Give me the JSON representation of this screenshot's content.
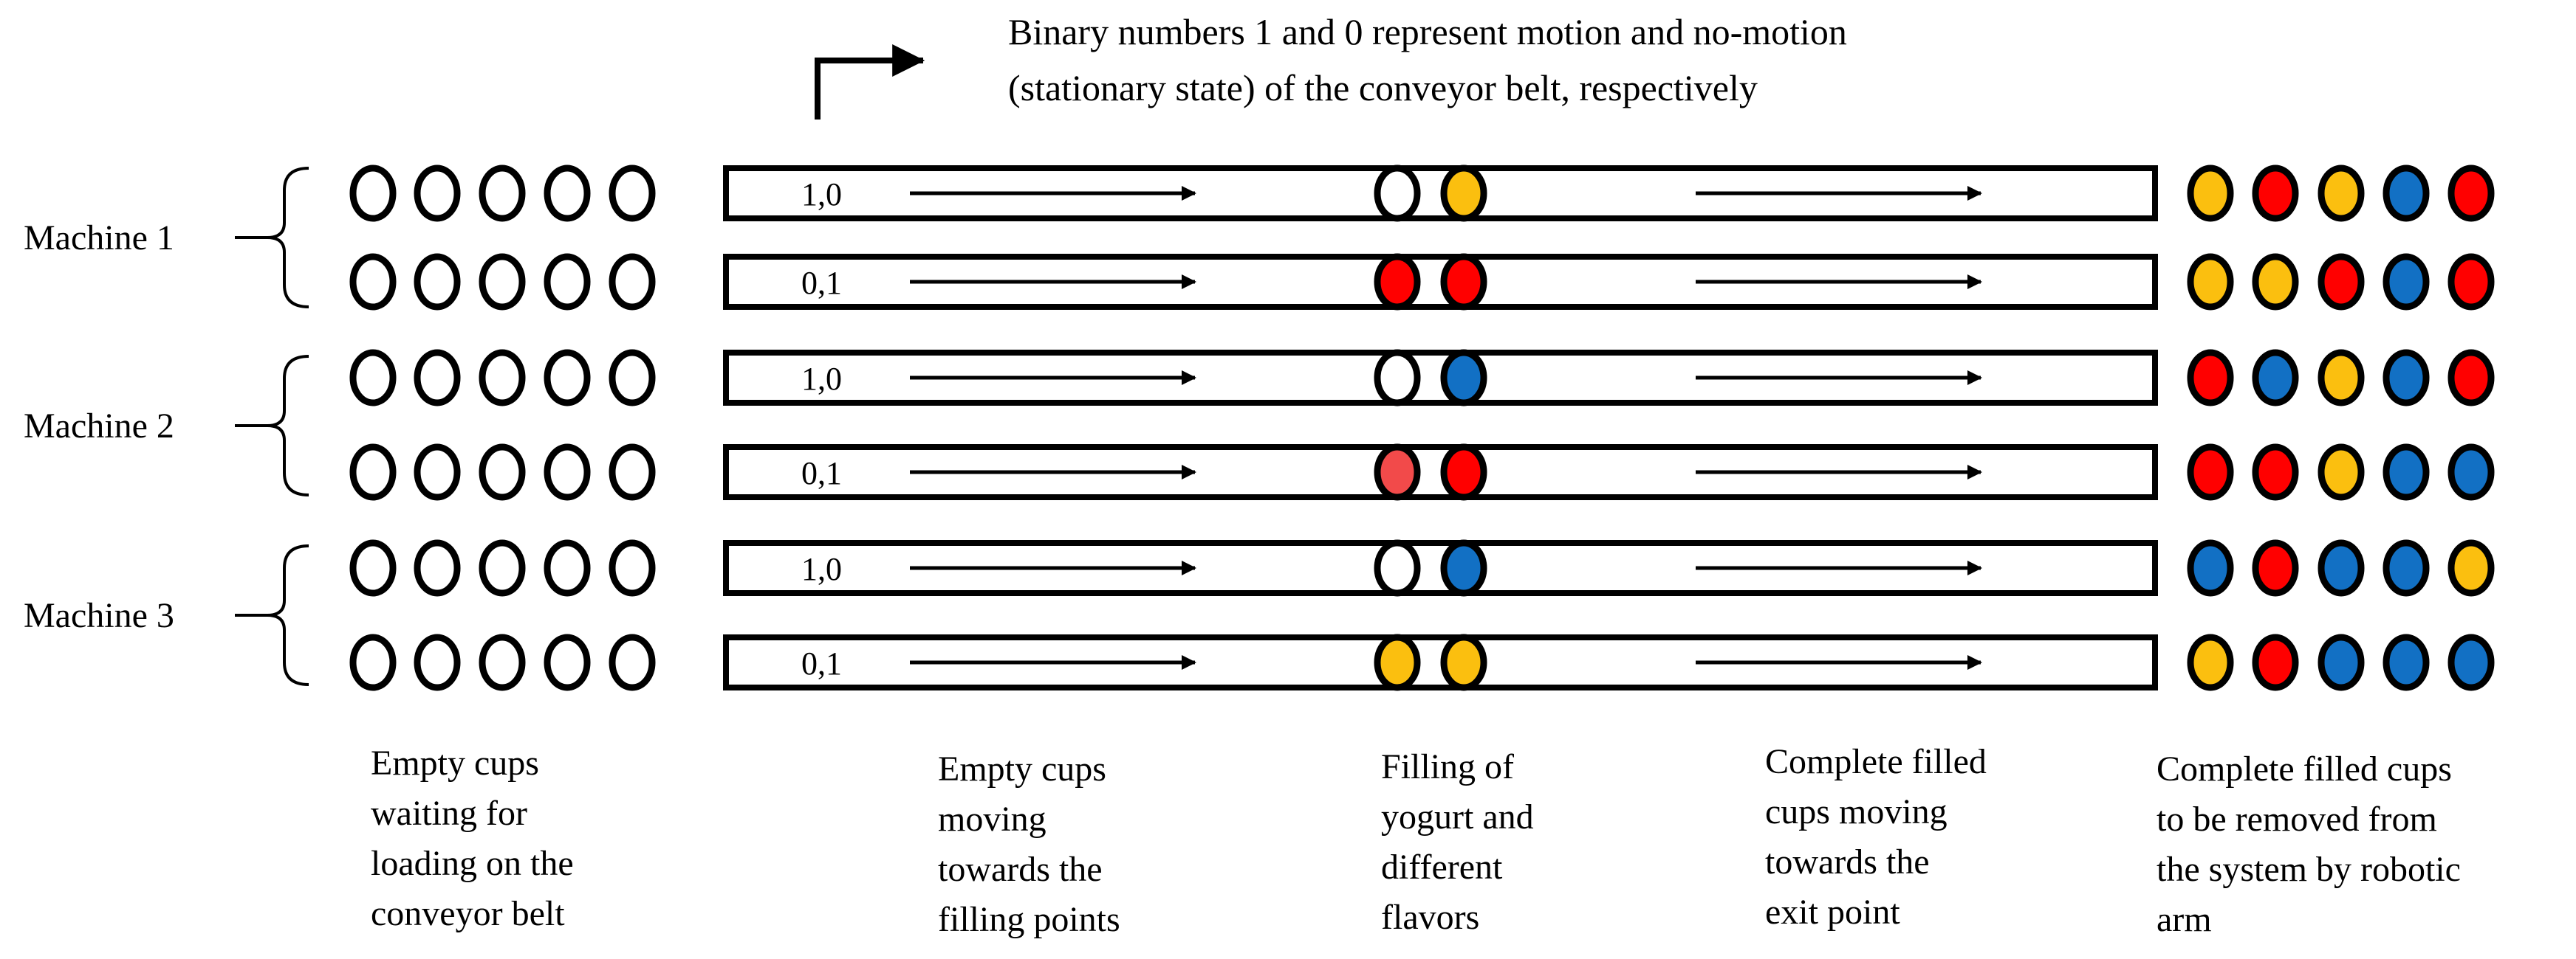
{
  "header_note": {
    "lines": [
      "Binary numbers 1 and 0 represent motion and no-motion",
      "(stationary state) of the conveyor belt, respectively"
    ]
  },
  "colors": {
    "empty": "#ffffff",
    "yellow": "#fbbf0f",
    "red": "#ff0000",
    "blue": "#1270c4",
    "light_red": "#f24a4a",
    "outline": "#000000"
  },
  "machines": [
    {
      "label": "Machine 1"
    },
    {
      "label": "Machine 2"
    },
    {
      "label": "Machine 3"
    }
  ],
  "belts": [
    {
      "state": "1,0",
      "filling": [
        "empty",
        "yellow"
      ],
      "output": [
        "yellow",
        "red",
        "yellow",
        "blue",
        "red"
      ]
    },
    {
      "state": "0,1",
      "filling": [
        "red",
        "red"
      ],
      "output": [
        "yellow",
        "yellow",
        "red",
        "blue",
        "red"
      ]
    },
    {
      "state": "1,0",
      "filling": [
        "empty",
        "blue"
      ],
      "output": [
        "red",
        "blue",
        "yellow",
        "blue",
        "red"
      ]
    },
    {
      "state": "0,1",
      "filling": [
        "light_red",
        "red"
      ],
      "output": [
        "red",
        "red",
        "yellow",
        "blue",
        "blue"
      ]
    },
    {
      "state": "1,0",
      "filling": [
        "empty",
        "blue"
      ],
      "output": [
        "blue",
        "red",
        "blue",
        "blue",
        "yellow"
      ]
    },
    {
      "state": "0,1",
      "filling": [
        "yellow",
        "yellow"
      ],
      "output": [
        "yellow",
        "red",
        "blue",
        "blue",
        "blue"
      ]
    }
  ],
  "waiting_cups_per_belt": 5,
  "captions": [
    {
      "lines": [
        "Empty cups",
        "waiting for",
        "loading on the",
        "conveyor belt"
      ]
    },
    {
      "lines": [
        "Empty cups",
        "moving",
        "towards the",
        "filling points"
      ]
    },
    {
      "lines": [
        "Filling of",
        "yogurt and",
        "different",
        "flavors"
      ]
    },
    {
      "lines": [
        "Complete filled",
        "cups moving",
        "towards the",
        "exit point"
      ]
    },
    {
      "lines": [
        "Complete filled cups",
        "to be removed from",
        "the system by robotic",
        "arm"
      ]
    }
  ]
}
